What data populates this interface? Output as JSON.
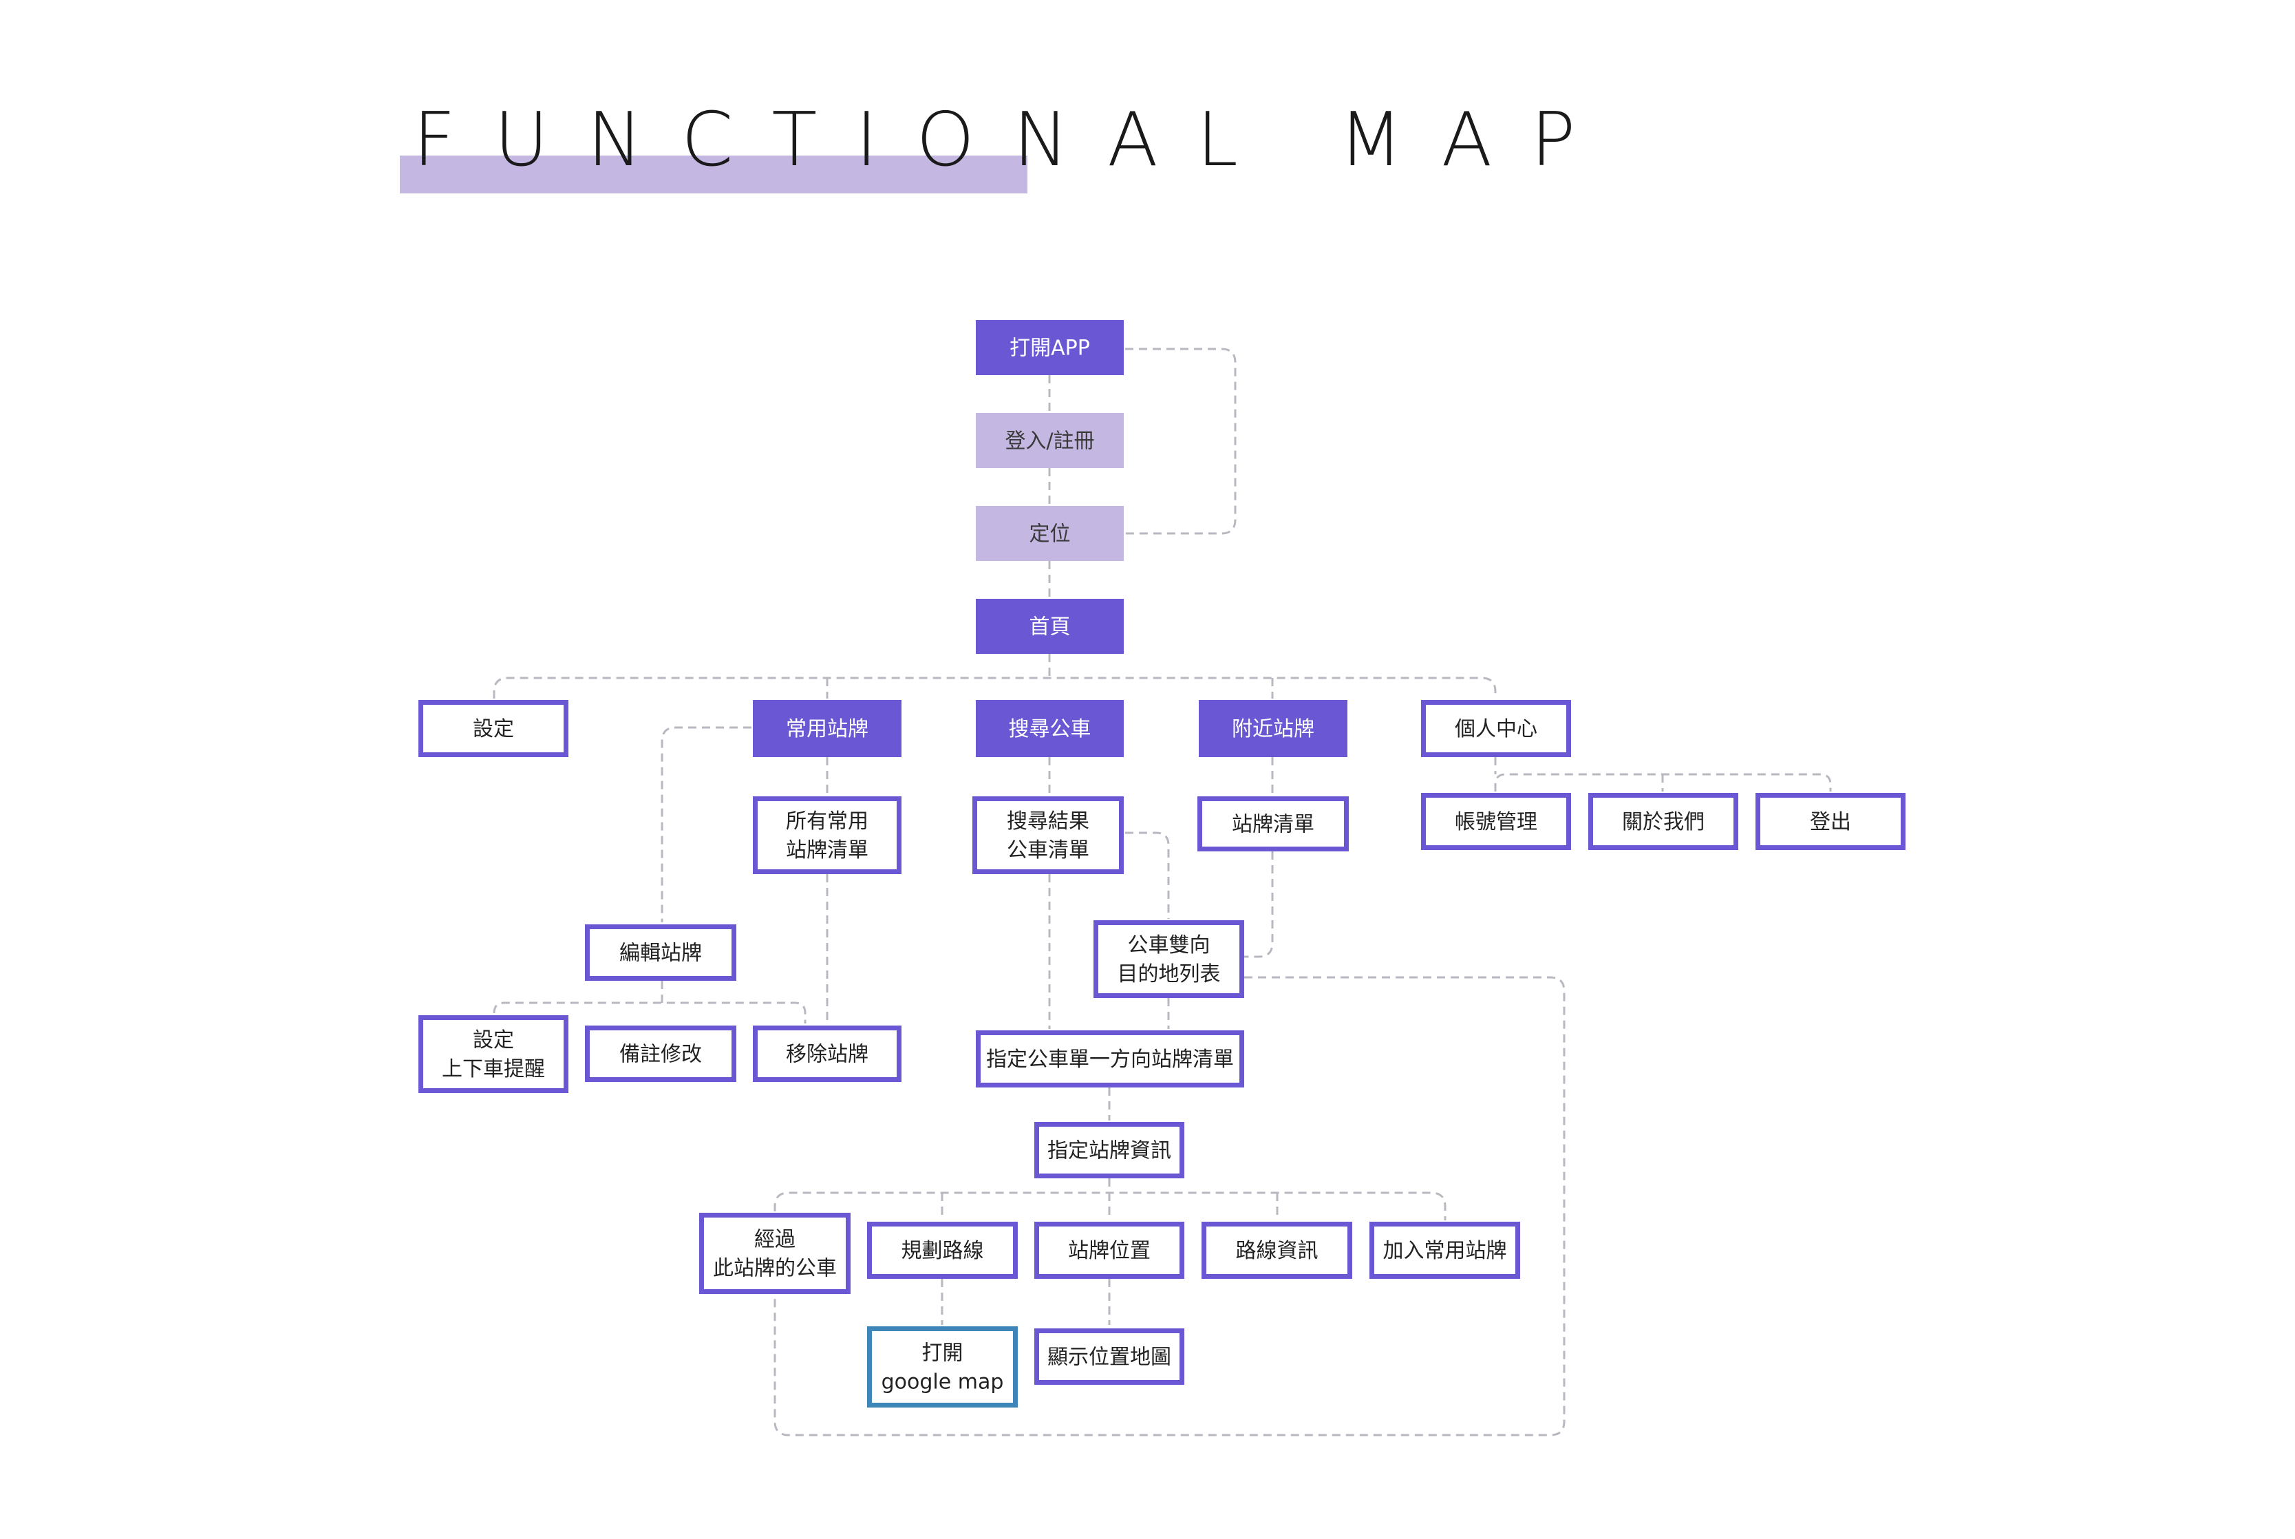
{
  "title": "FUNCTIONAL MAP",
  "colors": {
    "primary": "#6a57d3",
    "light": "#c4b8e3",
    "outline": "#6a57d3",
    "teal_outline": "#3f86b8",
    "connector": "#b8b8c0",
    "highlight": "#c4b8e3"
  },
  "nodes": [
    {
      "id": "open-app",
      "lines": [
        "打開APP"
      ],
      "style": "filled"
    },
    {
      "id": "login",
      "lines": [
        "登入/註冊"
      ],
      "style": "light"
    },
    {
      "id": "locate",
      "lines": [
        "定位"
      ],
      "style": "light"
    },
    {
      "id": "home",
      "lines": [
        "首頁"
      ],
      "style": "filled"
    },
    {
      "id": "settings",
      "lines": [
        "設定"
      ],
      "style": "outline"
    },
    {
      "id": "favorite-stops",
      "lines": [
        "常用站牌"
      ],
      "style": "filled"
    },
    {
      "id": "search-bus",
      "lines": [
        "搜尋公車"
      ],
      "style": "filled"
    },
    {
      "id": "nearby-stops",
      "lines": [
        "附近站牌"
      ],
      "style": "filled"
    },
    {
      "id": "personal-center",
      "lines": [
        "個人中心"
      ],
      "style": "outline"
    },
    {
      "id": "all-favorite-list",
      "lines": [
        "所有常用",
        "站牌清單"
      ],
      "style": "outline"
    },
    {
      "id": "search-results",
      "lines": [
        "搜尋結果",
        "公車清單"
      ],
      "style": "outline"
    },
    {
      "id": "stop-list",
      "lines": [
        "站牌清單"
      ],
      "style": "outline"
    },
    {
      "id": "account-management",
      "lines": [
        "帳號管理"
      ],
      "style": "outline"
    },
    {
      "id": "about-us",
      "lines": [
        "關於我們"
      ],
      "style": "outline"
    },
    {
      "id": "logout",
      "lines": [
        "登出"
      ],
      "style": "outline"
    },
    {
      "id": "edit-stop",
      "lines": [
        "編輯站牌"
      ],
      "style": "outline"
    },
    {
      "id": "bus-destinations",
      "lines": [
        "公車雙向",
        "目的地列表"
      ],
      "style": "outline"
    },
    {
      "id": "set-reminder",
      "lines": [
        "設定",
        "上下車提醒"
      ],
      "style": "outline"
    },
    {
      "id": "edit-note",
      "lines": [
        "備註修改"
      ],
      "style": "outline"
    },
    {
      "id": "remove-stop",
      "lines": [
        "移除站牌"
      ],
      "style": "outline"
    },
    {
      "id": "direction-stop-list",
      "lines": [
        "指定公車單一方向站牌清單"
      ],
      "style": "outline"
    },
    {
      "id": "stop-info",
      "lines": [
        "指定站牌資訊"
      ],
      "style": "outline"
    },
    {
      "id": "passing-buses",
      "lines": [
        "經過",
        "此站牌的公車"
      ],
      "style": "outline"
    },
    {
      "id": "plan-route",
      "lines": [
        "規劃路線"
      ],
      "style": "outline"
    },
    {
      "id": "stop-location",
      "lines": [
        "站牌位置"
      ],
      "style": "outline"
    },
    {
      "id": "route-info",
      "lines": [
        "路線資訊"
      ],
      "style": "outline"
    },
    {
      "id": "add-favorite",
      "lines": [
        "加入常用站牌"
      ],
      "style": "outline"
    },
    {
      "id": "open-google-map",
      "lines": [
        "打開",
        "google map"
      ],
      "style": "teal"
    },
    {
      "id": "show-location-map",
      "lines": [
        "顯示位置地圖"
      ],
      "style": "outline"
    }
  ]
}
